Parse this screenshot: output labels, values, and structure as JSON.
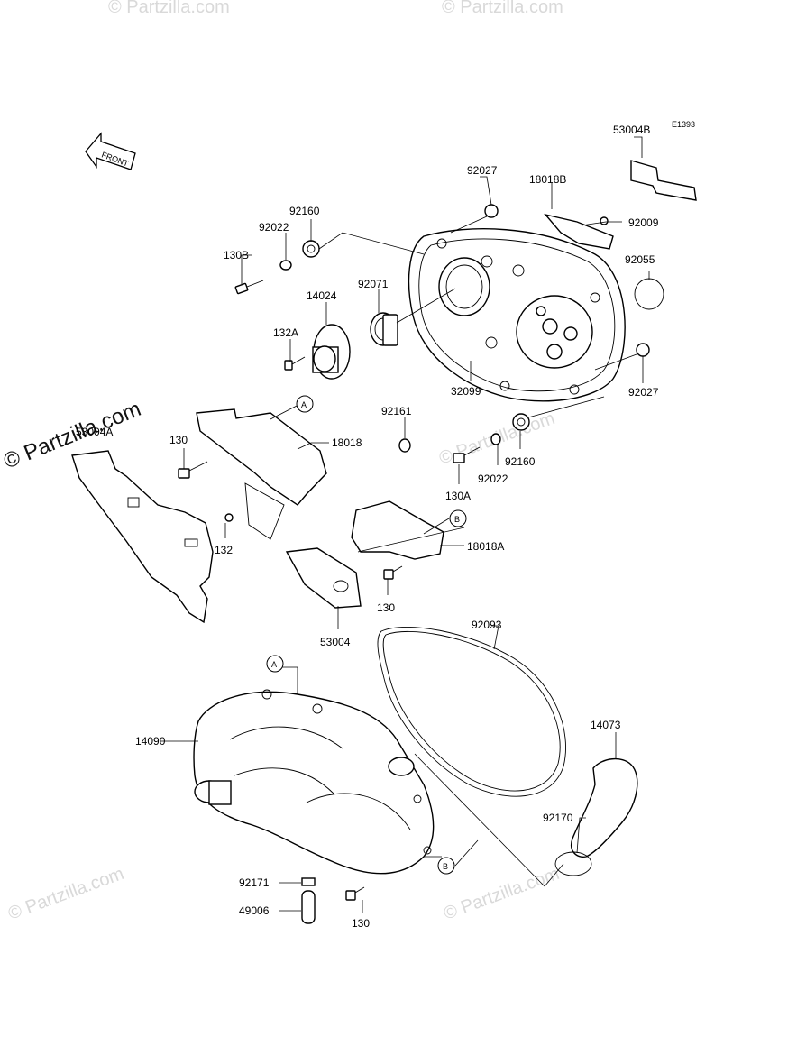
{
  "diagram_code": "E1393",
  "front_label": "FRONT",
  "watermarks": {
    "main": "© Partzilla.com",
    "faint": "© Partzilla.com"
  },
  "callouts": {
    "a": "A",
    "b": "B"
  },
  "parts": {
    "p53004B": "53004B",
    "p18018B": "18018B",
    "p92009": "92009",
    "p92055": "92055",
    "p92027_top": "92027",
    "p92027_right": "92027",
    "p92160_top": "92160",
    "p92022_top": "92022",
    "p130B": "130B",
    "p14024": "14024",
    "p92071": "92071",
    "p132A": "132A",
    "p32099": "32099",
    "p92161": "92161",
    "p92160_mid": "92160",
    "p92022_mid": "92022",
    "p130A": "130A",
    "p53004A": "53004A",
    "p130_left": "130",
    "p18018": "18018",
    "p132": "132",
    "p18018A": "18018A",
    "p130_mid": "130",
    "p53004": "53004",
    "p92093": "92093",
    "p14090": "14090",
    "p14073": "14073",
    "p92170": "92170",
    "p92171": "92171",
    "p49006": "49006",
    "p130_bottom": "130"
  }
}
